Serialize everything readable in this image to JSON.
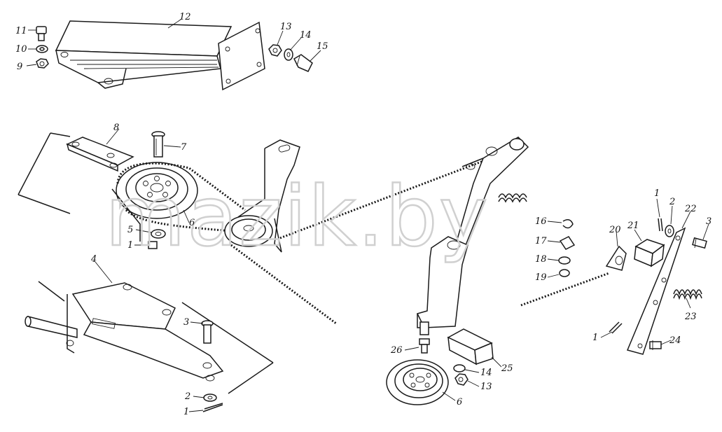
{
  "watermark": "mazik.by",
  "labels": {
    "n1": "1",
    "n2": "2",
    "n3": "3",
    "n4": "4",
    "n5": "5",
    "n6": "6",
    "n7": "7",
    "n8": "8",
    "n9": "9",
    "n10": "10",
    "n11": "11",
    "n12": "12",
    "n13": "13",
    "n14": "14",
    "n15": "15",
    "n16": "16",
    "n17": "17",
    "n18": "18",
    "n19": "19",
    "n20": "20",
    "n21": "21",
    "n22": "22",
    "n23": "23",
    "n24": "24",
    "n25": "25",
    "n26": "26"
  }
}
